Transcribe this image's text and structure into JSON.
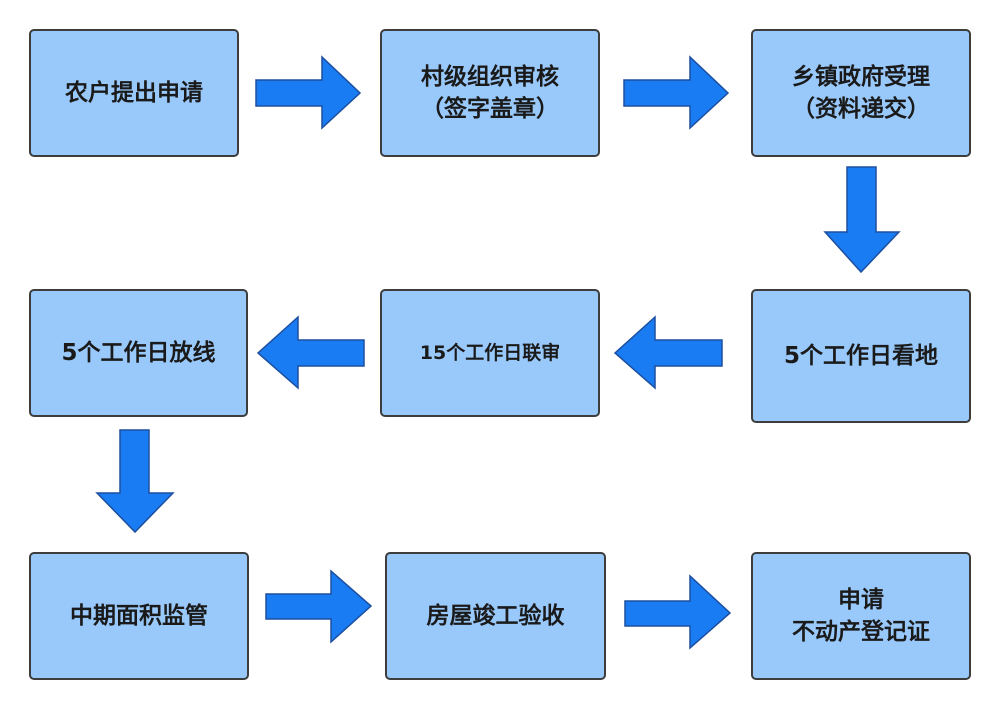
{
  "colors": {
    "box_fill": "#99c9fb",
    "box_border": "#3d3d3d",
    "arrow_fill": "#1a7cf2",
    "arrow_border": "#1c4fa0"
  },
  "steps": [
    {
      "line1": "农户提出申请",
      "line2": ""
    },
    {
      "line1": "村级组织审核",
      "line2": "（签字盖章）"
    },
    {
      "line1": "乡镇政府受理",
      "line2": "（资料递交）"
    },
    {
      "line1": "5个工作日看地",
      "line2": ""
    },
    {
      "line1": "15个工作日联审",
      "line2": ""
    },
    {
      "line1": "5个工作日放线",
      "line2": ""
    },
    {
      "line1": "中期面积监管",
      "line2": ""
    },
    {
      "line1": "房屋竣工验收",
      "line2": ""
    },
    {
      "line1": "申请",
      "line2": "不动产登记证"
    }
  ],
  "connectors": [
    {
      "from": 1,
      "to": 2,
      "direction": "right"
    },
    {
      "from": 2,
      "to": 3,
      "direction": "right"
    },
    {
      "from": 3,
      "to": 4,
      "direction": "down"
    },
    {
      "from": 4,
      "to": 5,
      "direction": "left"
    },
    {
      "from": 5,
      "to": 6,
      "direction": "left"
    },
    {
      "from": 6,
      "to": 7,
      "direction": "down"
    },
    {
      "from": 7,
      "to": 8,
      "direction": "right"
    },
    {
      "from": 8,
      "to": 9,
      "direction": "right"
    }
  ]
}
